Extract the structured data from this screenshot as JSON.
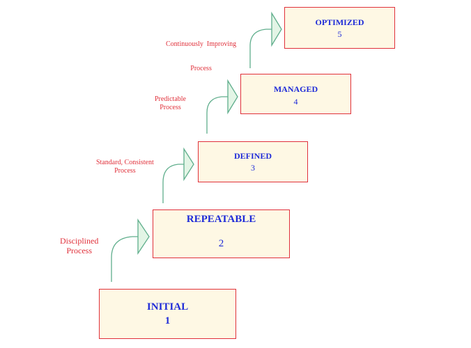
{
  "levels": [
    {
      "name": "INITIAL",
      "number": "1"
    },
    {
      "name": "REPEATABLE",
      "number": "2"
    },
    {
      "name": "DEFINED",
      "number": "3"
    },
    {
      "name": "MANAGED",
      "number": "4"
    },
    {
      "name": "OPTIMIZED",
      "number": "5"
    }
  ],
  "transitions": [
    {
      "line1": "Disciplined",
      "line2": "Process"
    },
    {
      "line1": "Standard, Consistent",
      "line2": "Process"
    },
    {
      "line1": "Predictable",
      "line2": "Process"
    },
    {
      "line1": "Continuously  Improving",
      "line2": "Process"
    }
  ],
  "colors": {
    "box_border": "#e0303a",
    "box_fill": "#fef8e4",
    "level_text": "#1f2bd8",
    "label_text": "#e0303a",
    "arrow_stroke": "#5fae8c",
    "arrow_fill": "#e3f5e6"
  }
}
